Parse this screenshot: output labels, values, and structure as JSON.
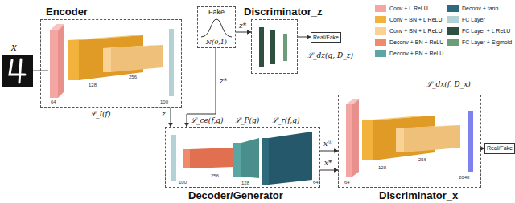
{
  "diagram": {
    "nodes": [
      {
        "text": [
          "Encoder"
        ]
      },
      {
        "text": [
          "Fake",
          "N(0,1)"
        ]
      },
      {
        "text": [
          "Discriminator_z"
        ]
      },
      {
        "text": [
          "Real/Fake"
        ]
      },
      {
        "text": [
          "Decoder/Generator"
        ]
      },
      {
        "text": [
          "Discriminator_x"
        ]
      },
      {
        "text": [
          "Real/Fake"
        ]
      }
    ],
    "edges": [
      {
        "from": 0,
        "to": 4,
        "label": "z",
        "arrow": "to"
      },
      {
        "from": 1,
        "to": 2,
        "label": "z*",
        "arrow": "to"
      },
      {
        "from": 1,
        "to": 4,
        "label": "z*",
        "arrow": "to"
      },
      {
        "from": 2,
        "to": 3,
        "arrow": "to"
      },
      {
        "from": 4,
        "to": 5,
        "label": "x⁽ⁱ⁾",
        "arrow": "to"
      },
      {
        "from": 4,
        "to": 5,
        "label": "x*",
        "arrow": "to"
      },
      {
        "from": 5,
        "to": 6,
        "arrow": "to"
      }
    ],
    "labels": [
      "x",
      "ℒ_I(f)",
      "ℒ_dz(g, D_z)",
      "ℒ_ce(f,g)",
      "ℒ_P(g)",
      "ℒ_r(f,g)",
      "ℒ_dx(f, D_x)",
      "64",
      "128",
      "256",
      "100",
      "100",
      "256",
      "128",
      "64",
      "64",
      "128",
      "256",
      "2048"
    ],
    "legend": [
      {
        "text": "Conv + L ReLU",
        "color": "#f4a6a3"
      },
      {
        "text": "Conv + BN + L ReLU",
        "color": "#f2b23b"
      },
      {
        "text": "Conv + BN + L ReLU",
        "color": "#fad394"
      },
      {
        "text": "Deconv + BN + ReLU",
        "color": "#f08a6a"
      },
      {
        "text": "Deconv + BN + ReLU",
        "color": "#5ba5a2"
      },
      {
        "text": "Deconv + tanh",
        "color": "#2e6a7c"
      },
      {
        "text": "FC Layer",
        "color": "#b4d2d5"
      },
      {
        "text": "FC Layer + L ReLU",
        "color": "#2f5040"
      },
      {
        "text": "FC Layer + Sigmoid",
        "color": "#6c9c78"
      }
    ]
  }
}
